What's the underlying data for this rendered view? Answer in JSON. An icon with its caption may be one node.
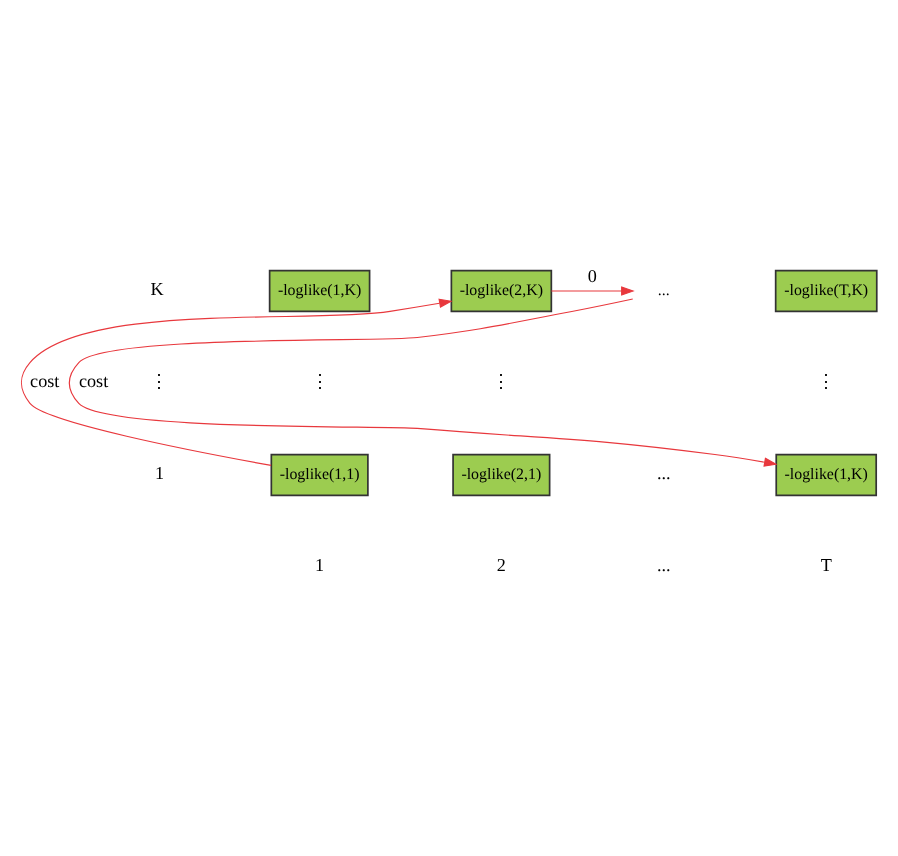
{
  "diagram": {
    "nodes": [
      {
        "text": [
          "-loglike(1,K)"
        ]
      },
      {
        "text": [
          "-loglike(2,K)"
        ]
      },
      {
        "text": [
          "..."
        ]
      },
      {
        "text": [
          "-loglike(T,K)"
        ]
      },
      {
        "text": [
          "-loglike(1,1)"
        ]
      },
      {
        "text": [
          "-loglike(2,1)"
        ]
      },
      {
        "text": [
          "-loglike(1,K)"
        ]
      }
    ],
    "edges": [
      {
        "from": 4,
        "to": 1,
        "arrow": "to",
        "label": "cost"
      },
      {
        "from": 1,
        "to": 2,
        "arrow": "to",
        "label": "0"
      },
      {
        "from": 2,
        "to": 6,
        "arrow": "to",
        "label": "cost"
      }
    ],
    "labels": [
      "K",
      "⋮",
      "⋮",
      "⋮",
      "⋮",
      "1",
      "...",
      "1",
      "2",
      "...",
      "T"
    ]
  }
}
